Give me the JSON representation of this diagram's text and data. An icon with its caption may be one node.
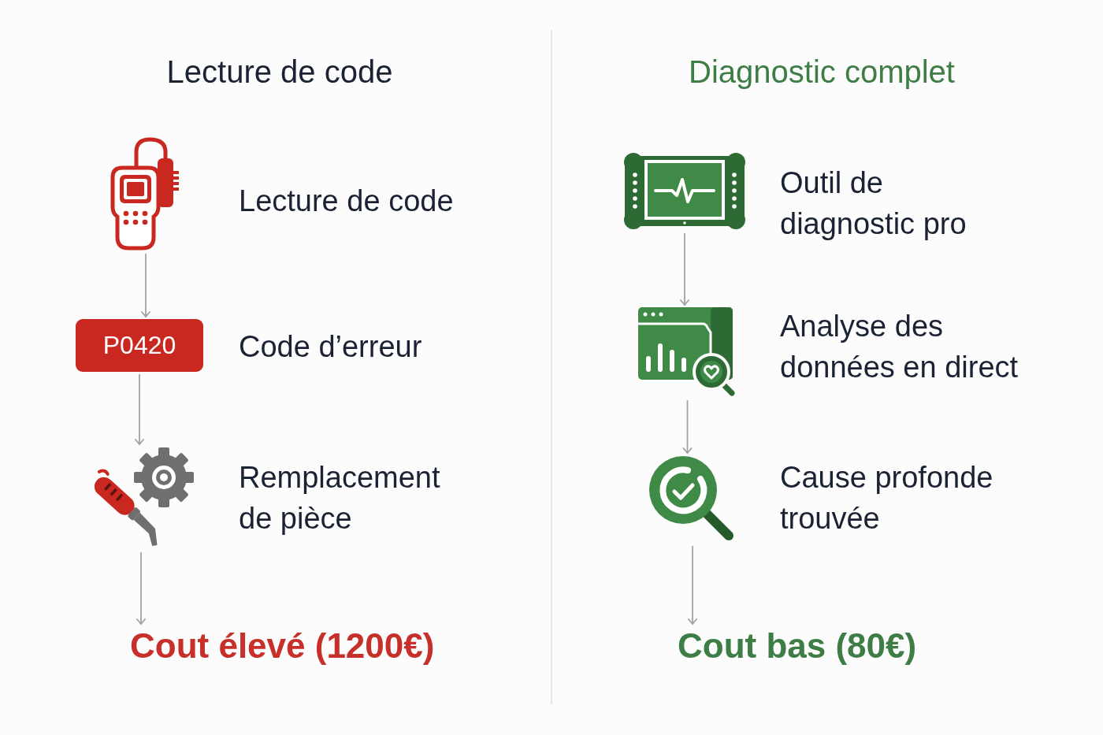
{
  "diagram": {
    "nodes": [
      {
        "text": [],
        "shape": "picture",
        "beside": [
          "Lecture de code"
        ]
      },
      {
        "text": [
          "P0420"
        ],
        "beside": [
          "Code d’erreur"
        ]
      },
      {
        "text": [],
        "shape": "picture",
        "beside": [
          "Remplacement de pièce"
        ]
      },
      {
        "text": [
          "Cout élevé (1200€)"
        ]
      },
      {
        "text": [],
        "shape": "picture",
        "beside": [
          "Outil de diagnostic pro"
        ]
      },
      {
        "text": [],
        "shape": "picture",
        "beside": [
          "Analyse des données en direct"
        ]
      },
      {
        "text": [],
        "shape": "picture",
        "beside": [
          "Cause profonde trouvée"
        ]
      },
      {
        "text": [
          "Cout bas (80€)"
        ]
      }
    ],
    "edges": [
      {
        "from": 0,
        "to": 1,
        "arrow": "to"
      },
      {
        "from": 1,
        "to": 2,
        "arrow": "to"
      },
      {
        "from": 2,
        "to": 3,
        "arrow": "to"
      },
      {
        "from": 4,
        "to": 5,
        "arrow": "to"
      },
      {
        "from": 5,
        "to": 6,
        "arrow": "to"
      },
      {
        "from": 6,
        "to": 7,
        "arrow": "to"
      }
    ],
    "labels": [
      "Lecture de code",
      "Diagnostic complet"
    ]
  }
}
